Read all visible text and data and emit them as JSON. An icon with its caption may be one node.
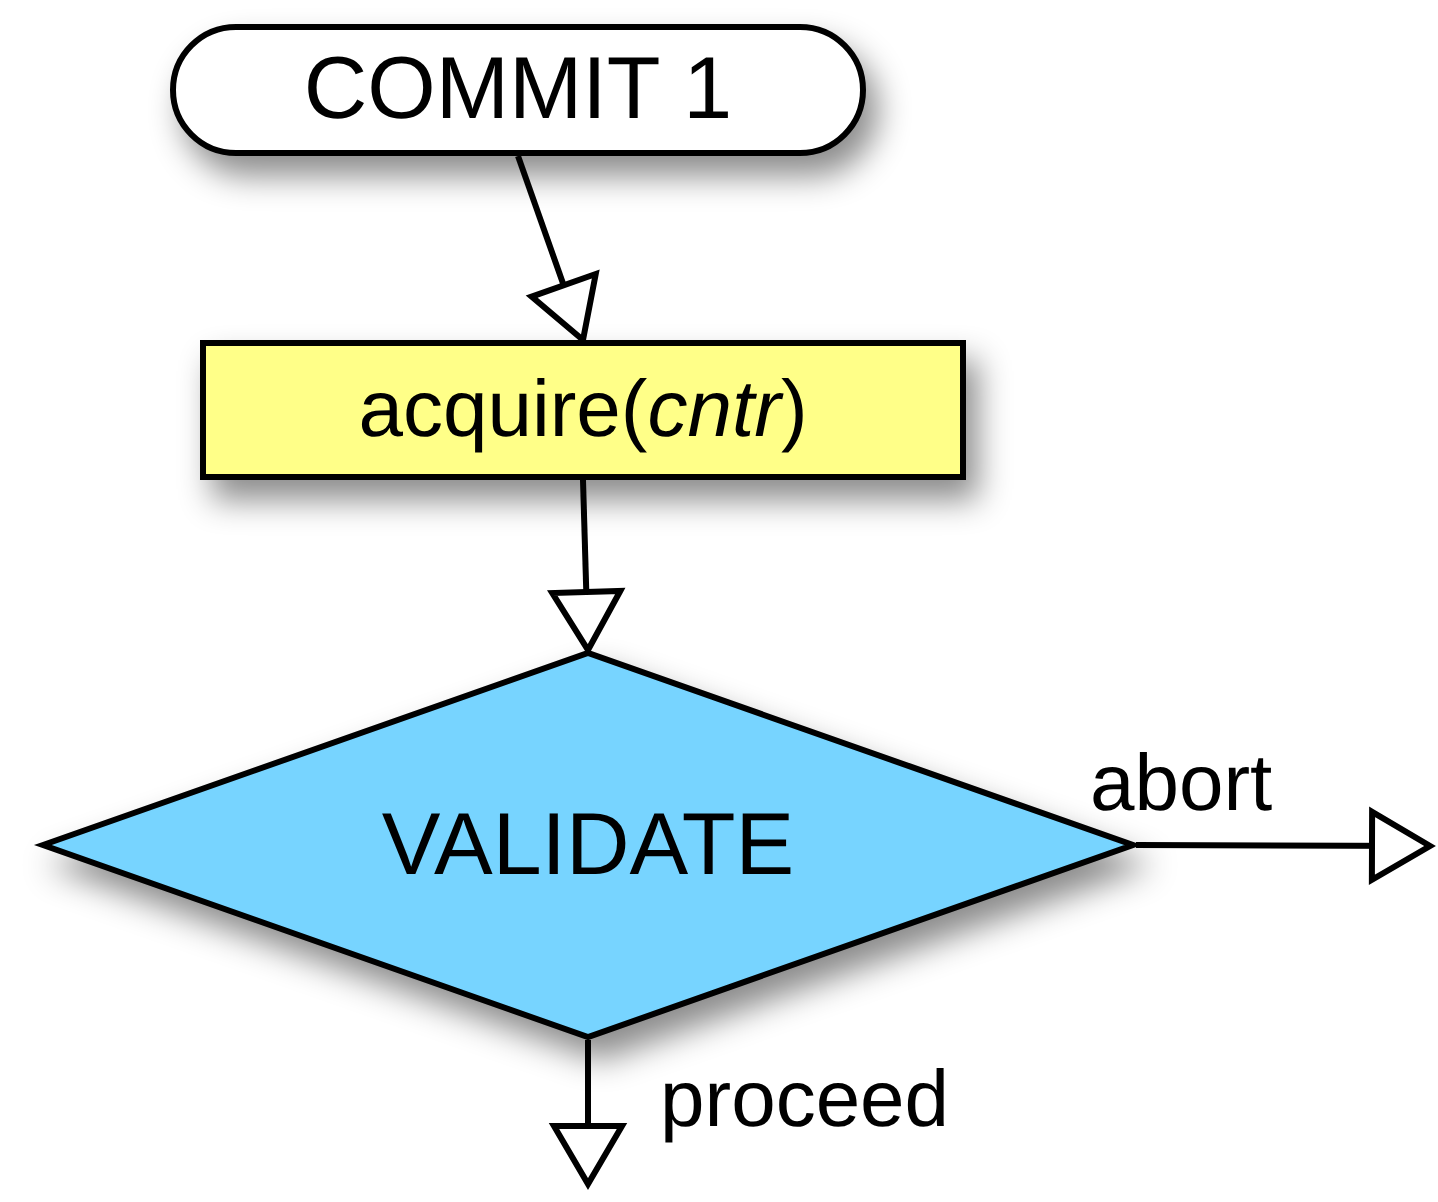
{
  "diagram": {
    "nodes": [
      {
        "text": [
          "COMMIT 1"
        ]
      },
      {
        "text": [
          "acquire(*cntr*)"
        ]
      },
      {
        "text": [
          "VALIDATE"
        ]
      }
    ],
    "edges": [
      {
        "from": 0,
        "to": 1,
        "arrow": "to"
      },
      {
        "from": 1,
        "to": 2,
        "arrow": "to"
      },
      {
        "from": 2,
        "to": null,
        "arrow": "to",
        "label": "abort"
      },
      {
        "from": 2,
        "to": null,
        "arrow": "to",
        "label": "proceed"
      }
    ]
  }
}
